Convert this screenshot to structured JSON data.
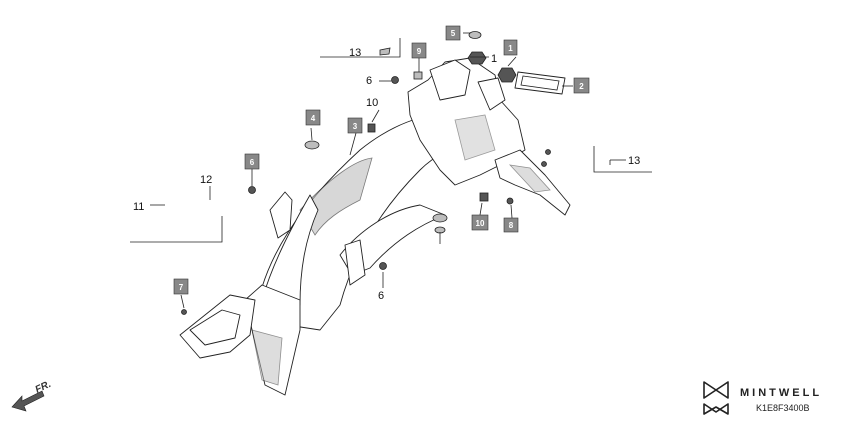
{
  "labels": {
    "n13_top": "13",
    "n6_top": "6",
    "n1": "1",
    "n10": "10",
    "n12": "12",
    "n11": "11",
    "n6_bottom": "6",
    "n13_right": "13"
  },
  "boxes": {
    "b1": "1",
    "b2": "2",
    "b3": "3",
    "b4": "4",
    "b5": "5",
    "b6": "6",
    "b7": "7",
    "b8": "8",
    "b9": "9",
    "b10": "10"
  },
  "direction_label": "FR.",
  "brand": {
    "name": "MINTWELL",
    "code": "K1E8F3400B"
  },
  "colors": {
    "box_fill": "#888888",
    "ink": "#222222"
  }
}
